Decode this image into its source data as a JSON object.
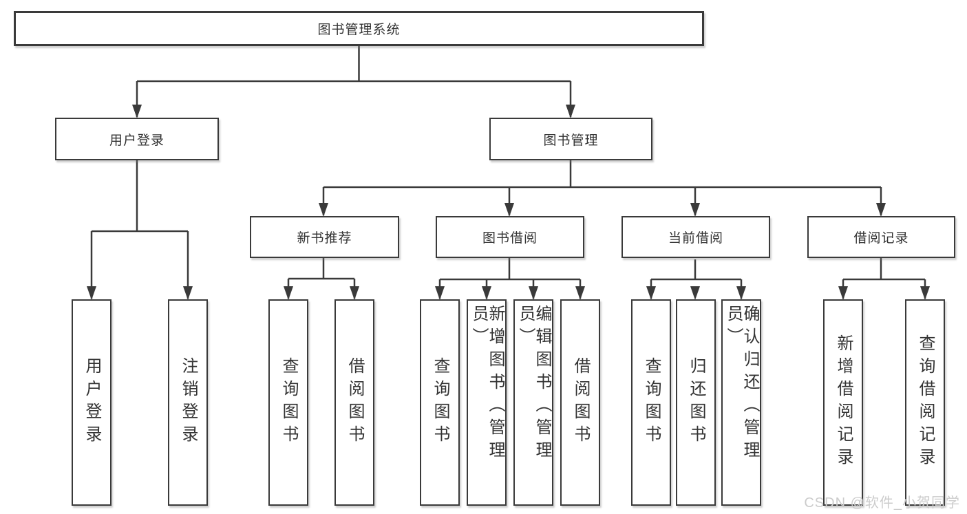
{
  "tree": {
    "root": "图书管理系统",
    "branches": [
      {
        "label": "用户登录",
        "leaves": [
          "用户登录",
          "注销登录"
        ]
      },
      {
        "label": "图书管理",
        "sections": [
          {
            "label": "新书推荐",
            "leaves": [
              "查询图书",
              "借阅图书"
            ]
          },
          {
            "label": "图书借阅",
            "leaves": [
              "查询图书",
              "新增图书（管理员）",
              "编辑图书（管理员）",
              "借阅图书"
            ]
          },
          {
            "label": "当前借阅",
            "leaves": [
              "查询图书",
              "归还图书",
              "确认归还（管理员）"
            ]
          },
          {
            "label": "借阅记录",
            "leaves": [
              "新增借阅记录",
              "查询借阅记录"
            ]
          }
        ]
      }
    ]
  },
  "watermark": "CSDN @软件_小贺同学",
  "colors": {
    "line": "#3a3a3a",
    "box_border": "#3a3a3a",
    "text": "#333333",
    "watermark": "#cccccc",
    "background": "#ffffff"
  }
}
